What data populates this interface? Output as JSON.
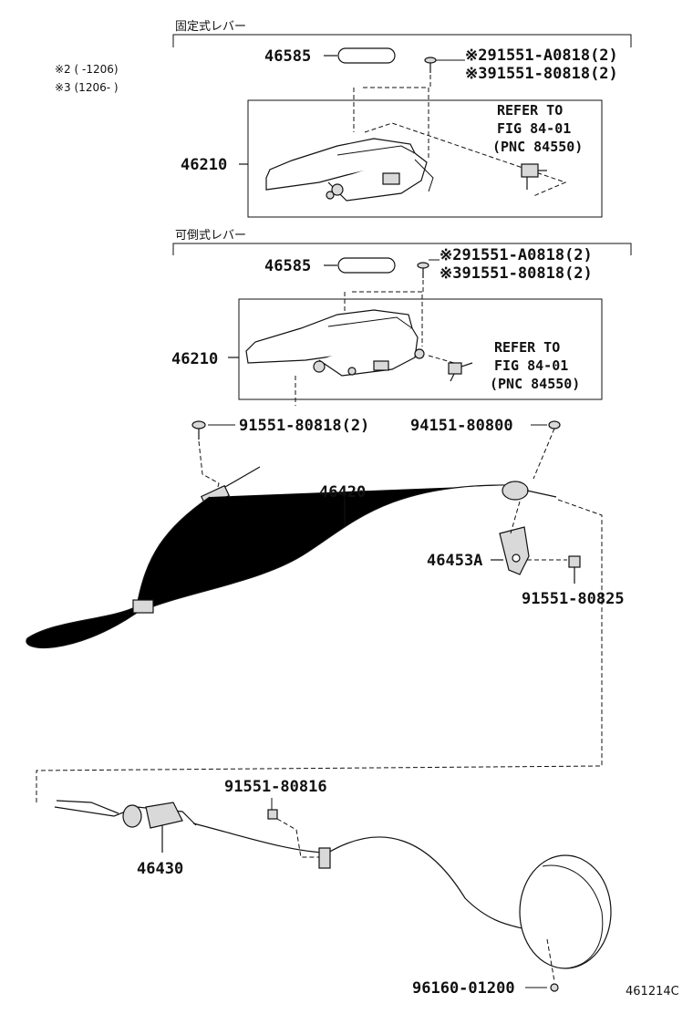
{
  "notes": {
    "n2": "※2 ( -1206)",
    "n3": "※3 (1206- )"
  },
  "sections": {
    "fixed": {
      "title": "固定式レバー"
    },
    "folding": {
      "title": "可倒式レバー"
    }
  },
  "refer": {
    "line1": "REFER TO",
    "line2": "FIG 84-01",
    "line3": "(PNC 84550)"
  },
  "parts": {
    "p46585_top": "46585",
    "p46210_top": "46210",
    "bolt_a_top": "※291551-A0818(2)",
    "bolt_b_top": "※391551-80818(2)",
    "p46585_bot": "46585",
    "p46210_bot": "46210",
    "bolt_a_bot": "※291551-A0818(2)",
    "bolt_b_bot": "※391551-80818(2)",
    "bolt_cable_left": "91551-80818(2)",
    "nut_cable_right": "94151-80800",
    "p46420": "46420",
    "p46453a": "46453A",
    "bolt_bracket": "91551-80825",
    "bolt_clamp": "91551-80816",
    "p46430": "46430",
    "clip_drum": "96160-01200"
  },
  "figure_id": "461214C"
}
